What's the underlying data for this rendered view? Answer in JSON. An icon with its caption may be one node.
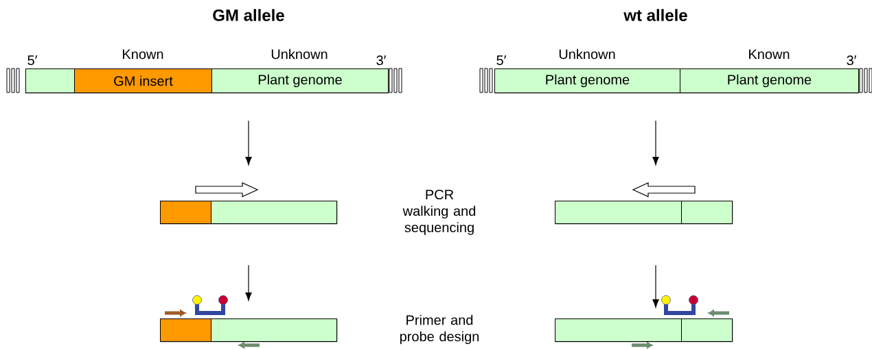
{
  "diagram": {
    "nodes": [
      {
        "text": [],
        "shape": "bar",
        "beside": [
          "5′",
          "3′"
        ]
      },
      {
        "text": [],
        "shape": "box",
        "in": 0
      },
      {
        "text": [
          "Known",
          "GM insert"
        ],
        "in": 0
      },
      {
        "text": [
          "Unknown",
          "Plant genome"
        ],
        "in": 0
      },
      {
        "text": [],
        "shape": "bar",
        "beside": [
          "5′",
          "3′"
        ]
      },
      {
        "text": [
          "Unknown",
          "Plant genome"
        ],
        "in": 4
      },
      {
        "text": [
          "Known",
          "Plant genome"
        ],
        "in": 4
      },
      {
        "text": [],
        "shape": "bar"
      },
      {
        "text": [],
        "shape": "box",
        "in": 7
      },
      {
        "text": [],
        "shape": "box",
        "in": 7
      },
      {
        "text": [],
        "shape": "bar"
      },
      {
        "text": [],
        "shape": "box",
        "in": 10
      },
      {
        "text": [],
        "shape": "box",
        "in": 10
      },
      {
        "text": [],
        "shape": "bar"
      },
      {
        "text": [],
        "shape": "box",
        "in": 13
      },
      {
        "text": [],
        "shape": "box",
        "in": 13
      },
      {
        "text": [],
        "shape": "bar"
      },
      {
        "text": [],
        "shape": "box",
        "in": 16
      },
      {
        "text": [],
        "shape": "box",
        "in": 16
      }
    ],
    "edges": [
      {
        "from": 0,
        "to": 7,
        "arrow": "to"
      },
      {
        "from": 7,
        "to": 13,
        "arrow": "to"
      },
      {
        "from": 4,
        "to": 10,
        "arrow": "to"
      },
      {
        "from": 10,
        "to": 16,
        "arrow": "to"
      },
      {
        "from": 8,
        "to": 9,
        "arrow": "to",
        "style": "thick"
      },
      {
        "from": 12,
        "to": 11,
        "arrow": "to",
        "style": "thick"
      }
    ],
    "labels": [
      "GM allele",
      "wt allele",
      "PCR walking and sequencing",
      "Primer and probe design"
    ]
  }
}
